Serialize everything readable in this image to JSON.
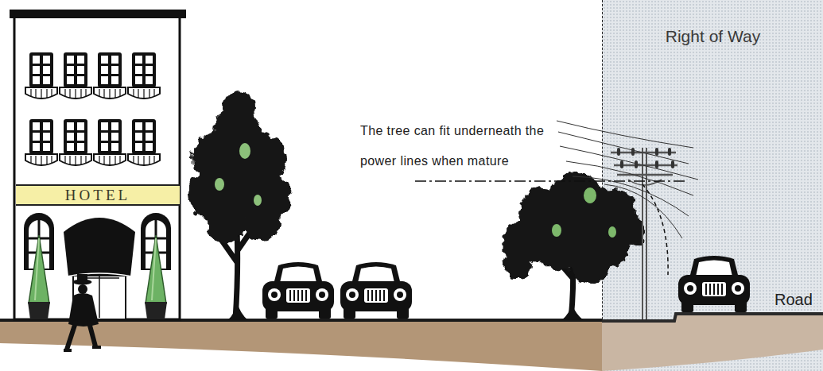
{
  "diagram": {
    "nodes": [
      {
        "text": [
          "Right of Way"
        ]
      },
      {
        "text": [
          "HOTEL"
        ]
      }
    ],
    "labels": [
      "The tree can fit underneath the power lines when mature",
      "Road"
    ]
  }
}
